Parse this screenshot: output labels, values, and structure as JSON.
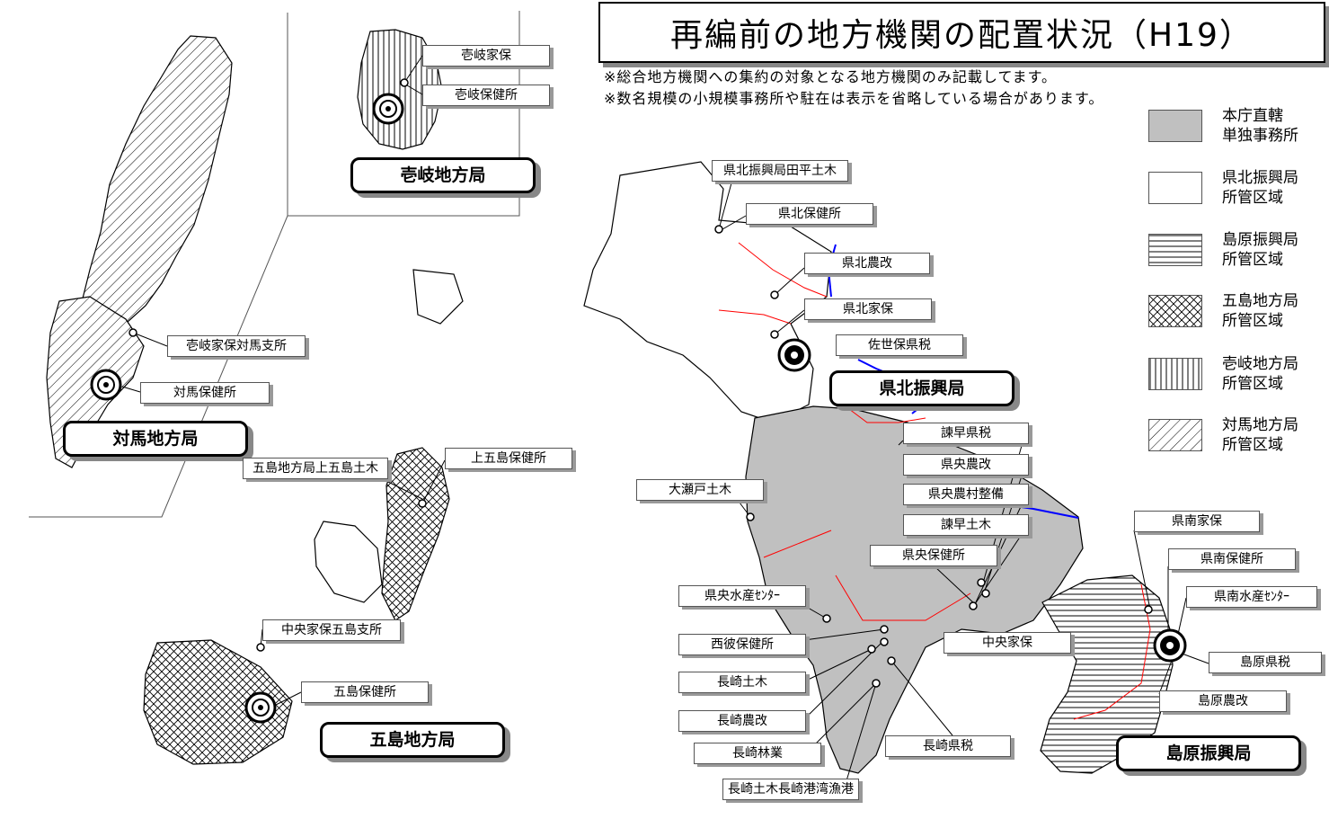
{
  "title": "再編前の地方機関の配置状況（H19）",
  "notes": [
    "※総合地方機関への集約の対象となる地方機関のみ記載してます。",
    "※数名規模の小規模事務所や駐在は表示を省略している場合があります。"
  ],
  "legend": [
    {
      "line1": "本庁直轄",
      "line2": "単独事務所",
      "pattern": "solid-gray"
    },
    {
      "line1": "県北振興局",
      "line2": "所管区域",
      "pattern": "white"
    },
    {
      "line1": "島原振興局",
      "line2": "所管区域",
      "pattern": "horizontal-lines"
    },
    {
      "line1": "五島地方局",
      "line2": "所管区域",
      "pattern": "crosshatch"
    },
    {
      "line1": "壱岐地方局",
      "line2": "所管区域",
      "pattern": "vertical-lines"
    },
    {
      "line1": "対馬地方局",
      "line2": "所管区域",
      "pattern": "diagonal-lines"
    }
  ],
  "regional_bureaus": {
    "iki": "壱岐地方局",
    "tsushima": "対馬地方局",
    "goto": "五島地方局",
    "kenhoku": "県北振興局",
    "shimabara": "島原振興局"
  },
  "offices": {
    "iki_kaho": "壱岐家保",
    "iki_hoken": "壱岐保健所",
    "iki_kaho_tsushima": "壱岐家保対馬支所",
    "tsushima_hoken": "対馬保健所",
    "goto_kamigoto_doboku": "五島地方局上五島土木",
    "kamigoto_hoken": "上五島保健所",
    "chuo_kaho_goto": "中央家保五島支所",
    "goto_hoken": "五島保健所",
    "kenhoku_tabira": "県北振興局田平土木",
    "kenhoku_hoken": "県北保健所",
    "kenhoku_noukai": "県北農改",
    "kenhoku_kaho": "県北家保",
    "sasebo_kenzei": "佐世保県税",
    "isahaya_kenzei": "諫早県税",
    "kenou_noukai": "県央農改",
    "kenou_noson": "県央農村整備",
    "isahaya_doboku": "諫早土木",
    "kenou_hoken": "県央保健所",
    "chuo_kaho": "中央家保",
    "oseto_doboku": "大瀬戸土木",
    "kenou_suisan": "県央水産ｾﾝﾀｰ",
    "nishisonogi_hoken": "西彼保健所",
    "nagasaki_doboku": "長崎土木",
    "nagasaki_noukai": "長崎農改",
    "nagasaki_ringyo": "長崎林業",
    "nagasaki_kenzei": "長崎県税",
    "nagasaki_port": "長崎土木長崎港湾漁港",
    "kennan_kaho": "県南家保",
    "kennan_hoken": "県南保健所",
    "kennan_suisan": "県南水産ｾﾝﾀｰ",
    "shimabara_kenzei": "島原県税",
    "shimabara_noukai": "島原農改"
  },
  "colors": {
    "direct_gray": "#c0c0c0",
    "boundary_red": "#ff0000",
    "river_blue": "#0000ff",
    "shadow": "#888888"
  }
}
